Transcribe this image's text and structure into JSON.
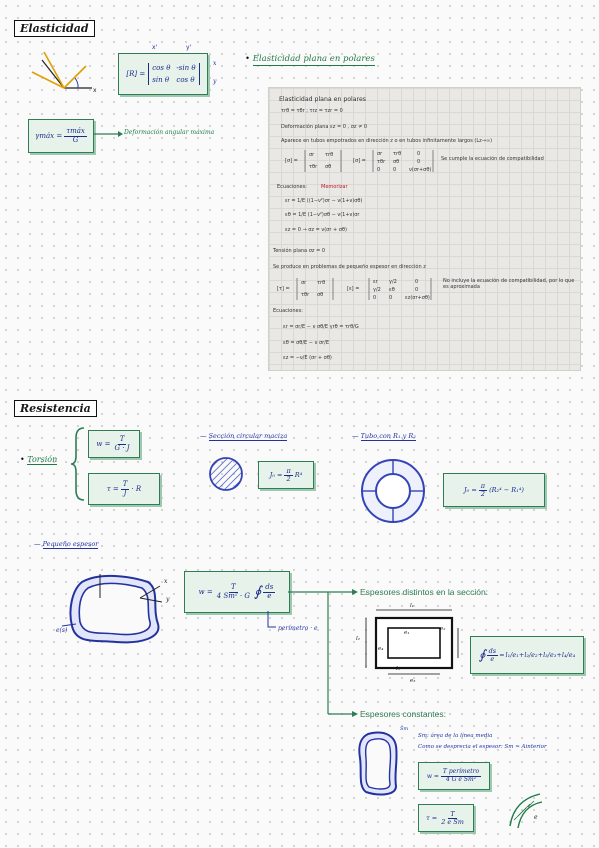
{
  "elasticidad": {
    "title": "Elasticidad",
    "rotation_matrix": {
      "label": "[R] =",
      "m11": "cos θ",
      "m12": "-sin θ",
      "m21": "sin θ",
      "m22": "cos θ",
      "top_x": "x'",
      "top_y": "y'",
      "side_x": "x",
      "side_y": "y"
    },
    "gamma_max": {
      "lhs": "γmáx =",
      "num": "τmáx",
      "den": "G"
    },
    "gamma_note": "Deformación angular máxima",
    "section_heading": "Elasticidad plana en polares"
  },
  "photo": {
    "title": "Elasticidad plana en polares",
    "line_tau": "τrθ = τθr ; τrz = τzr = 0",
    "line_def": "Deformación plana   εz = 0 , σz ≠ 0",
    "line_apoyo": "Aparece en tubos empotrados en dirección z o en tubos infinitamente largos (Lz→∞)",
    "note_compat": "Se cumple la ecuación de compatibilidad",
    "ecuaciones_label": "Ecuaciones:",
    "memorizar": "Memorizar",
    "eq1": "εr = 1/E ((1−ν²)σr − ν(1+ν)σθ)",
    "eq2": "εθ = 1/E (1−ν²)σθ − ν(1+ν)σr",
    "eq3": "εz = 0  →  σz = ν(σr + σθ)",
    "tension_plana": "Tensión plana   σz = 0",
    "pequeno_espesor": "Se produce en problemas de pequeño espesor en dirección z",
    "note_nocompat": "No incluye la ecuación de compatibilidad, por lo que es aproximada",
    "ecuaciones_label2": "Ecuaciones:",
    "eq4": "εr = σr/E − ν σθ/E      γrθ = τrθ/G",
    "eq5": "εθ = σθ/E − ν σr/E",
    "eq6": "εz = −ν/E (σr + σθ)"
  },
  "resistencia": {
    "title": "Resistencia",
    "torsion_label": "Torsión",
    "w_formula": {
      "lhs": "w =",
      "num": "T",
      "den": "G · J"
    },
    "tau_formula": {
      "lhs": "τ =",
      "num": "T",
      "den": "J",
      "tail": "· R"
    },
    "circular_heading": "Sección circular maciza",
    "circular_formula": {
      "lhs": "J₀ =",
      "num": "π",
      "den": "2",
      "tail": "R⁴"
    },
    "tubo_heading": "Tubo con R₁ y R₂",
    "tubo_formula": {
      "lhs": "J₀ =",
      "num": "π",
      "den": "2",
      "tail": "(R₂⁴ − R₁⁴)"
    },
    "pequeno_heading": "Pequeño espesor",
    "w_thin": {
      "lhs": "w =",
      "num": "T",
      "den": "4 Sm² · G",
      "int_num": "ds",
      "int_den": "e"
    },
    "perimetro_note": "perímetro · e",
    "e_label": "e(s)",
    "axis_x": "x",
    "axis_y": "y",
    "espesores_distintos": "Espesores distintos en la sección:",
    "espesores_constantes": "Espesores constantes:",
    "sum_formula": {
      "int_num": "ds",
      "int_den": "e",
      "terms": [
        "l₁/e₁",
        "l₂/e₂",
        "l₃/e₃",
        "l₄/e₄"
      ]
    },
    "rect_labels": {
      "l1": "l₁",
      "l2": "l₂",
      "l3": "l₃",
      "e1": "e₁",
      "e2": "e₂",
      "e3": "e₃",
      "e4": "e₄"
    },
    "sm_note_1": "Sm: área de la línea media",
    "sm_note_2": "Como se desprecia el espesor: Sm ≈ Ainterior",
    "sm_small": "Sm",
    "w_const": {
      "lhs": "w =",
      "num": "T perímetro",
      "den": "4 G e Sm²"
    },
    "tau_const": {
      "lhs": "τ =",
      "num": "T",
      "den": "2 e Sm"
    },
    "e_small": "e"
  }
}
